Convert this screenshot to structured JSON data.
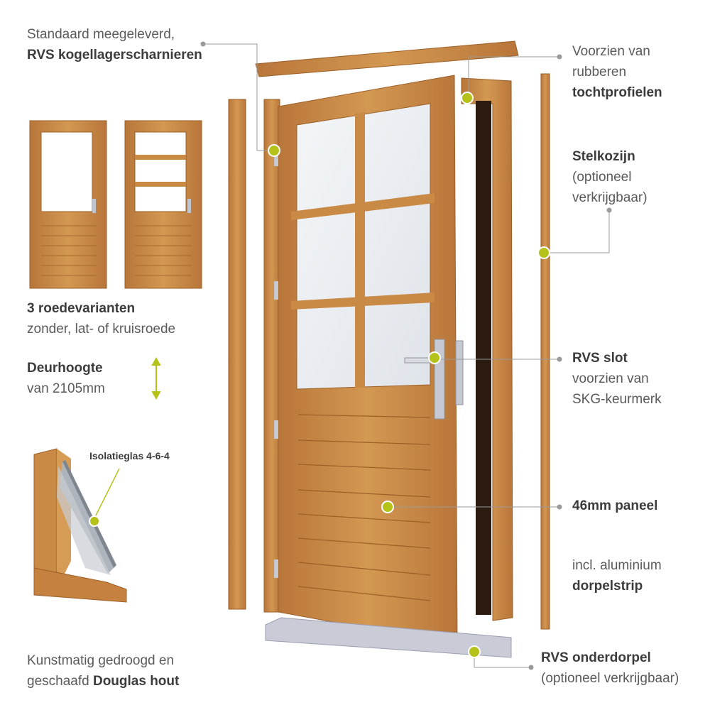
{
  "callouts": {
    "hinges": {
      "line1": "Standaard meegeleverd,",
      "line2": "RVS kogellagerscharnieren"
    },
    "draught": {
      "line1": "Voorzien van",
      "line2": "rubberen",
      "line3": "tochtprofielen"
    },
    "frame": {
      "line1": "Stelkozijn",
      "line2": "(optioneel",
      "line3": "verkrijgbaar)"
    },
    "variants": {
      "line1": "3 roedevarianten",
      "line2": "zonder, lat- of kruisroede"
    },
    "height": {
      "line1": "Deurhoogte",
      "line2": "van 2105mm"
    },
    "glass": {
      "label": "Isolatieglas 4-6-4"
    },
    "lock": {
      "line1": "RVS slot",
      "line2": "voorzien van",
      "line3": "SKG-keurmerk"
    },
    "panel": {
      "line1": "46mm paneel"
    },
    "threshold_strip": {
      "line1": "incl. aluminium",
      "line2": "dorpelstrip"
    },
    "sill": {
      "line1": "RVS onderdorpel",
      "line2": "(optioneel verkrijgbaar)"
    },
    "wood": {
      "line1": "Kunstmatig gedroogd en",
      "line2a": "geschaafd ",
      "line2b": "Douglas hout"
    }
  },
  "colors": {
    "wood": "#c98a45",
    "wood_dark": "#a86a2c",
    "accent": "#b5c21a",
    "leader": "#9a9a9a",
    "steel": "#c9cbd6"
  }
}
